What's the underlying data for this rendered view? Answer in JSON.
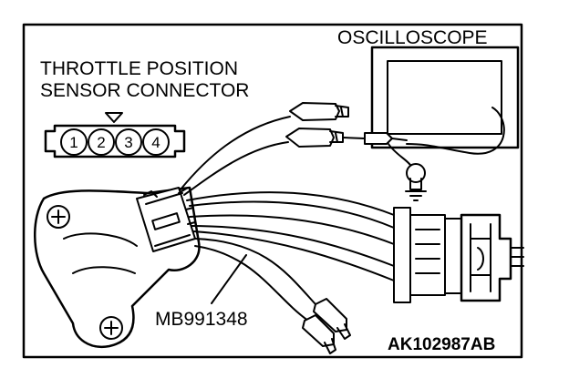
{
  "labels": {
    "oscilloscope": "OSCILLOSCOPE",
    "tps_connector_line1": "THROTTLE POSITION",
    "tps_connector_line2": "SENSOR CONNECTOR",
    "harness": "MB991348",
    "figure_code": "AK102987AB"
  },
  "connector_pins": [
    "1",
    "2",
    "3",
    "4"
  ],
  "colors": {
    "ink": "#000000",
    "paper": "#ffffff"
  }
}
